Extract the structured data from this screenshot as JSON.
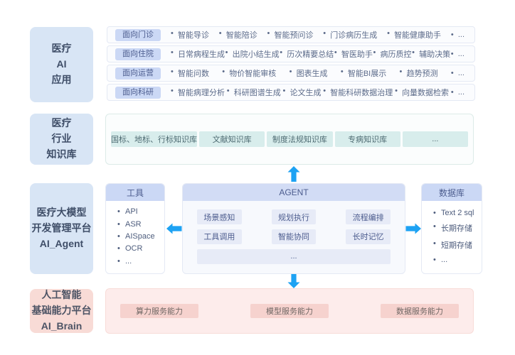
{
  "app_layer": {
    "label": "医疗\nAI\n应用",
    "rows": [
      {
        "tag": "面向门诊",
        "items": [
          "智能导诊",
          "智能陪诊",
          "智能预问诊",
          "门诊病历生成",
          "智能健康助手",
          "..."
        ]
      },
      {
        "tag": "面向住院",
        "items": [
          "日常病程生成",
          "出院小结生成",
          "历次精要总结",
          "智医助手",
          "病历质控",
          "辅助决策",
          "..."
        ]
      },
      {
        "tag": "面向运营",
        "items": [
          "智能问数",
          "物价智能审核",
          "图表生成",
          "智能BI展示",
          "趋势预测",
          "..."
        ]
      },
      {
        "tag": "面向科研",
        "items": [
          "智能病理分析",
          "科研图谱生成",
          "论文生成",
          "智能科研数据治理",
          "向量数据检索",
          "..."
        ]
      }
    ]
  },
  "knowledge_layer": {
    "label": "医疗\n行业\n知识库",
    "chips": [
      "国标、地标、行标知识库",
      "文献知识库",
      "制度法规知识库",
      "专病知识库",
      "..."
    ]
  },
  "platform_layer": {
    "label": "医疗大模型\n开发管理平台\nAI_Agent",
    "tools": {
      "title": "工具",
      "items": [
        "API",
        "ASR",
        "AISpace",
        "OCR",
        "..."
      ]
    },
    "agent": {
      "title": "AGENT",
      "cells": [
        "场景感知",
        "规划执行",
        "流程编排",
        "工具调用",
        "智能协同",
        "长时记忆"
      ],
      "more": "..."
    },
    "database": {
      "title": "数据库",
      "items": [
        "Text 2 sql",
        "长期存储",
        "短期存储",
        "..."
      ]
    }
  },
  "brain_layer": {
    "label": "人工智能\n基础能力平台\nAI_Brain",
    "chips": [
      "算力服务能力",
      "模型服务能力",
      "数据服务能力"
    ]
  },
  "colors": {
    "arrow_accent": "#1da2f3",
    "label_blue_bg": "#d8e5f5",
    "label_pink_bg": "#f8dbd6",
    "periwinkle_chip_bg": "#cbd8f5",
    "cyan_chip_bg": "#d8edec",
    "pink_chip_bg": "#f6d2ce",
    "agent_cell_bg": "#e7ebf7"
  }
}
